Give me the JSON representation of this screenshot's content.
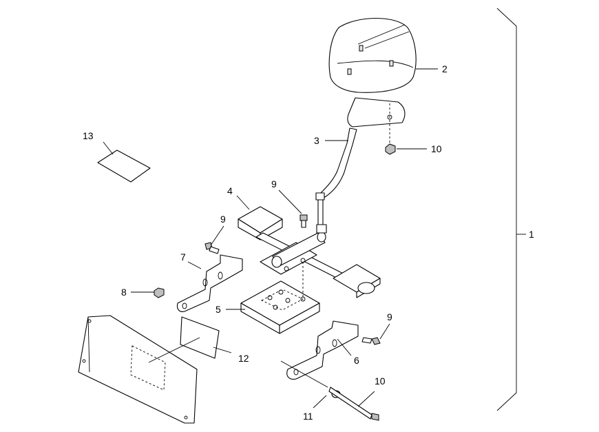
{
  "callouts": {
    "c1": "1",
    "c2": "2",
    "c3": "3",
    "c4": "4",
    "c5": "5",
    "c6": "6",
    "c7": "7",
    "c8": "8",
    "c9a": "9",
    "c9b": "9",
    "c9c": "9",
    "c10a": "10",
    "c10b": "10",
    "c11": "11",
    "c12": "12",
    "c13": "13"
  }
}
